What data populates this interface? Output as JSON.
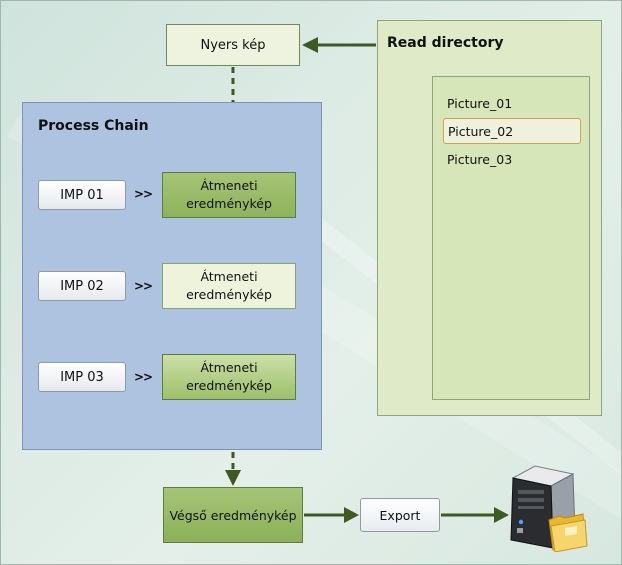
{
  "raw_image": {
    "label": "Nyers kép"
  },
  "process_chain": {
    "title": "Process Chain",
    "steps": [
      {
        "button": "IMP 01",
        "arrow": ">>",
        "result": "Átmeneti eredménykép"
      },
      {
        "button": "IMP 02",
        "arrow": ">>",
        "result": "Átmeneti eredménykép"
      },
      {
        "button": "IMP 03",
        "arrow": ">>",
        "result": "Átmeneti eredménykép"
      }
    ]
  },
  "read_directory": {
    "title": "Read directory",
    "items": [
      "Picture_01",
      "Picture_02",
      "Picture_03"
    ],
    "selected": "Picture_02"
  },
  "final_result": {
    "label": "Végső eredménykép"
  },
  "export": {
    "label": "Export"
  },
  "icons": {
    "server": "server-folder-icon"
  },
  "colors": {
    "connector": "#3d5a22",
    "process_panel": "#aec3e0",
    "read_panel": "#dfeac9",
    "selection_border": "#d3a04e"
  }
}
